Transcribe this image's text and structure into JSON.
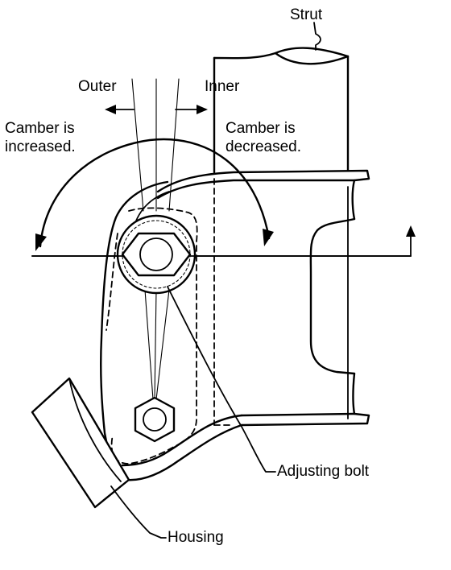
{
  "labels": {
    "strut": "Strut",
    "outer": "Outer",
    "inner": "Inner",
    "camber_increased_line1": "Camber is",
    "camber_increased_line2": "increased.",
    "camber_decreased_line1": "Camber is",
    "camber_decreased_line2": "decreased.",
    "adjusting_bolt": "Adjusting bolt",
    "housing": "Housing"
  }
}
